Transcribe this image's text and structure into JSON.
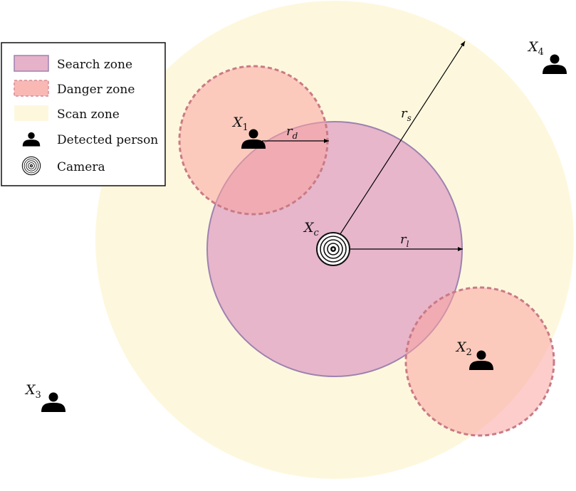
{
  "legend": {
    "items": [
      {
        "label": "Search zone",
        "swatch": "search-zone"
      },
      {
        "label": "Danger zone",
        "swatch": "danger-zone"
      },
      {
        "label": "Scan zone",
        "swatch": "scan-zone"
      },
      {
        "label": "Detected person",
        "icon": "person-icon"
      },
      {
        "label": "Camera",
        "icon": "camera-icon"
      }
    ]
  },
  "labels": {
    "x1": {
      "base": "X",
      "sub": "1"
    },
    "x2": {
      "base": "X",
      "sub": "2"
    },
    "x3": {
      "base": "X",
      "sub": "3"
    },
    "x4": {
      "base": "X",
      "sub": "4"
    },
    "xc": {
      "base": "X",
      "sub": "c"
    },
    "rd": {
      "base": "r",
      "sub": "d"
    },
    "rs": {
      "base": "r",
      "sub": "s"
    },
    "rl": {
      "base": "r",
      "sub": "l"
    }
  },
  "colors": {
    "scan_zone_fill": "#fdf8dd",
    "search_zone_fill": "#e6b2c9",
    "search_zone_stroke": "#9e82b0",
    "danger_zone_fill": "#f9a4a0",
    "danger_zone_stroke": "#c97a86",
    "person": "#000000",
    "arrow": "#000000"
  }
}
